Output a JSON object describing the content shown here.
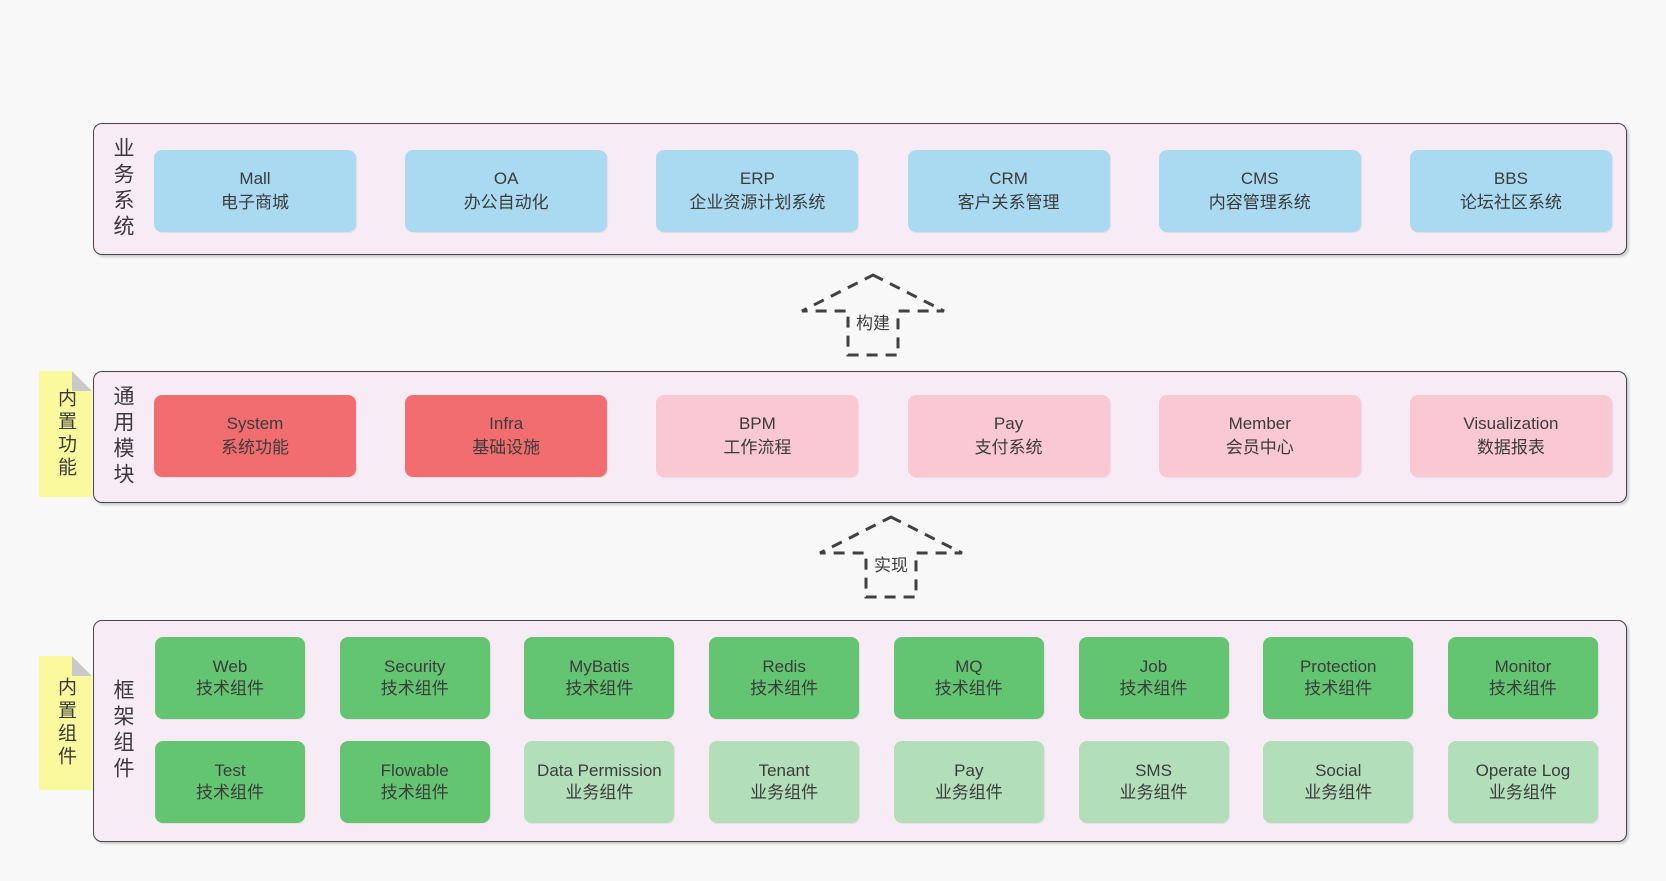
{
  "colors": {
    "page_bg": "#f8f8f8",
    "band_bg": "#f7ecf6",
    "band_border": "#474747",
    "blue_box": "#a9daf2",
    "red_box": "#f26d70",
    "pink_box": "#f9c8d2",
    "green_box": "#63c572",
    "light_green_box": "#b2deb9",
    "sticky_note": "#fbf99d",
    "sticky_fold": "#c9c9c9",
    "text": "#3b3b3b"
  },
  "arrows": [
    {
      "label": "构建"
    },
    {
      "label": "实现"
    }
  ],
  "bands": [
    {
      "label": "业务系统",
      "boxes": [
        {
          "name": "Mall",
          "sub": "电子商城"
        },
        {
          "name": "OA",
          "sub": "办公自动化"
        },
        {
          "name": "ERP",
          "sub": "企业资源计划系统"
        },
        {
          "name": "CRM",
          "sub": "客户关系管理"
        },
        {
          "name": "CMS",
          "sub": "内容管理系统"
        },
        {
          "name": "BBS",
          "sub": "论坛社区系统"
        }
      ]
    },
    {
      "label": "通用模块",
      "note": "内置功能",
      "boxes": [
        {
          "name": "System",
          "sub": "系统功能",
          "type": "red"
        },
        {
          "name": "Infra",
          "sub": "基础设施",
          "type": "red"
        },
        {
          "name": "BPM",
          "sub": "工作流程",
          "type": "pink"
        },
        {
          "name": "Pay",
          "sub": "支付系统",
          "type": "pink"
        },
        {
          "name": "Member",
          "sub": "会员中心",
          "type": "pink"
        },
        {
          "name": "Visualization",
          "sub": "数据报表",
          "type": "pink"
        }
      ]
    },
    {
      "label": "框架组件",
      "note": "内置组件",
      "row1": [
        {
          "name": "Web",
          "sub": "技术组件",
          "type": "green"
        },
        {
          "name": "Security",
          "sub": "技术组件",
          "type": "green"
        },
        {
          "name": "MyBatis",
          "sub": "技术组件",
          "type": "green"
        },
        {
          "name": "Redis",
          "sub": "技术组件",
          "type": "green"
        },
        {
          "name": "MQ",
          "sub": "技术组件",
          "type": "green"
        },
        {
          "name": "Job",
          "sub": "技术组件",
          "type": "green"
        },
        {
          "name": "Protection",
          "sub": "技术组件",
          "type": "green"
        },
        {
          "name": "Monitor",
          "sub": "技术组件",
          "type": "green"
        }
      ],
      "row2": [
        {
          "name": "Test",
          "sub": "技术组件",
          "type": "green"
        },
        {
          "name": "Flowable",
          "sub": "技术组件",
          "type": "green"
        },
        {
          "name": "Data Permission",
          "sub": "业务组件",
          "type": "lightgreen"
        },
        {
          "name": "Tenant",
          "sub": "业务组件",
          "type": "lightgreen"
        },
        {
          "name": "Pay",
          "sub": "业务组件",
          "type": "lightgreen"
        },
        {
          "name": "SMS",
          "sub": "业务组件",
          "type": "lightgreen"
        },
        {
          "name": "Social",
          "sub": "业务组件",
          "type": "lightgreen"
        },
        {
          "name": "Operate Log",
          "sub": "业务组件",
          "type": "lightgreen"
        }
      ]
    }
  ]
}
